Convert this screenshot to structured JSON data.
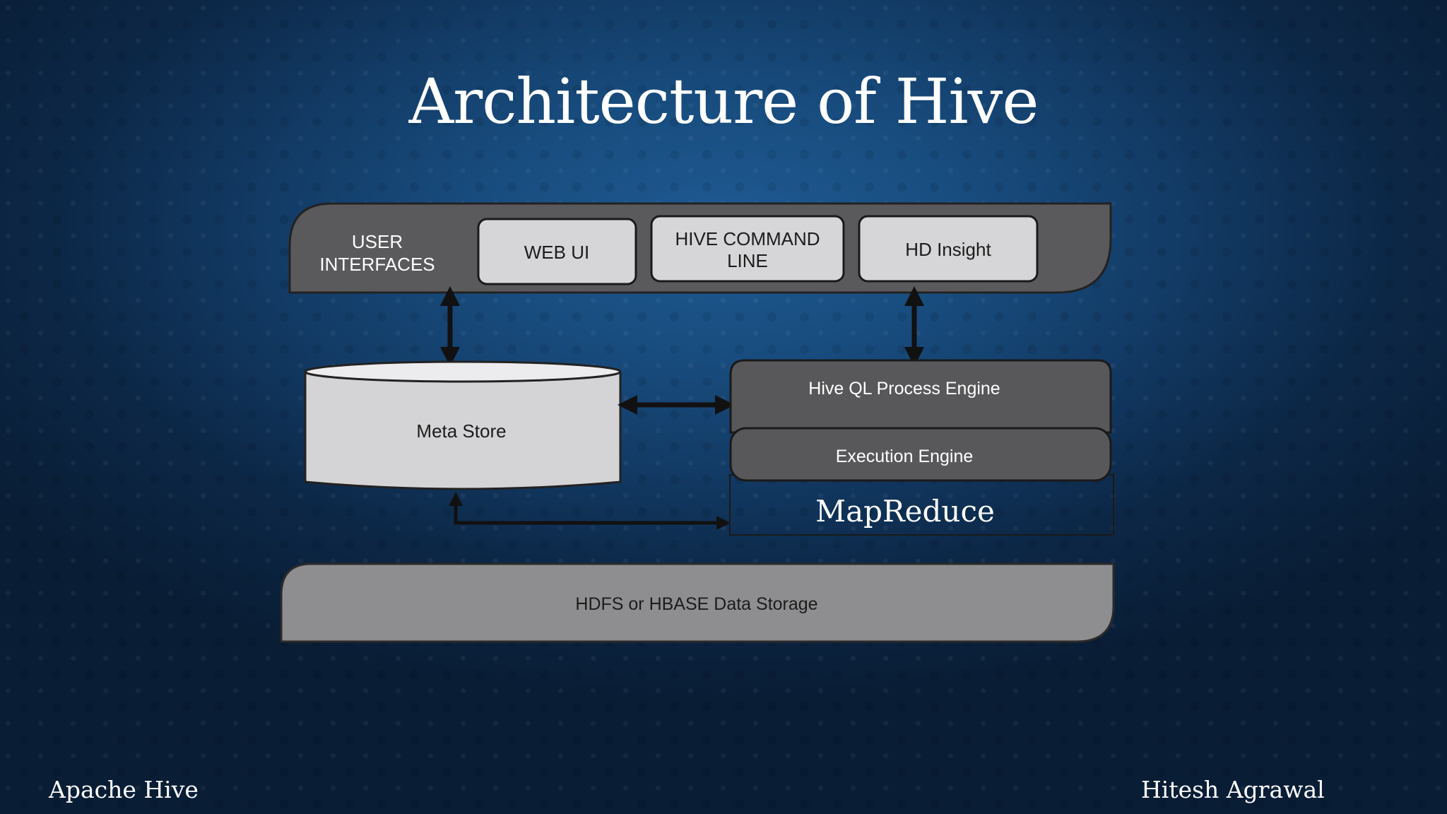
{
  "slide": {
    "title": "Architecture of Hive",
    "footer_left": "Apache Hive",
    "footer_right": "Hitesh Agrawal"
  },
  "diagram": {
    "user_interfaces": {
      "line1": "USER",
      "line2": "INTERFACES"
    },
    "web_ui": "WEB UI",
    "hive_command_line": {
      "line1": "HIVE COMMAND",
      "line2": "LINE"
    },
    "hd_insight": "HD Insight",
    "meta_store": "Meta Store",
    "hiveql_engine": "Hive QL Process Engine",
    "execution_engine": "Execution Engine",
    "mapreduce": "MapReduce",
    "storage": "HDFS or HBASE Data Storage"
  },
  "colors": {
    "panel_dark": "#5a5a5c",
    "panel_light": "#d6d6d8",
    "storage_gray": "#8e8e90",
    "text_white": "#ffffff",
    "text_dark": "#1c1c1c"
  }
}
